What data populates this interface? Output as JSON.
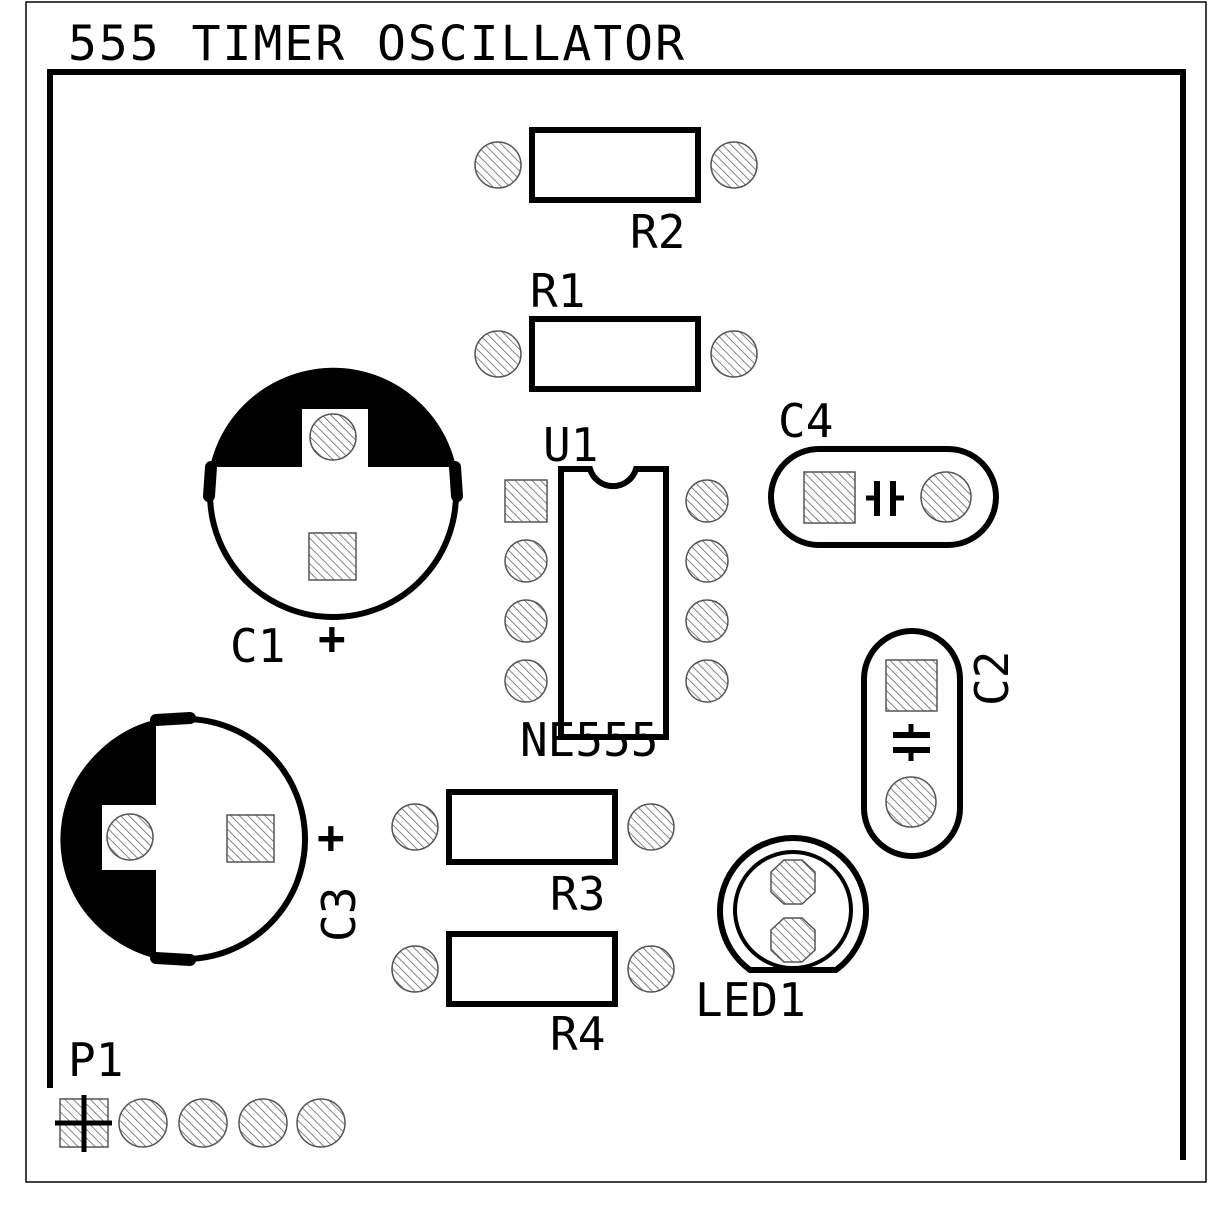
{
  "board": {
    "title": "555 TIMER OSCILLATOR"
  },
  "components": {
    "r1": {
      "ref": "R1"
    },
    "r2": {
      "ref": "R2"
    },
    "r3": {
      "ref": "R3"
    },
    "r4": {
      "ref": "R4"
    },
    "c1": {
      "ref": "C1",
      "polarity": "+"
    },
    "c2": {
      "ref": "C2"
    },
    "c3": {
      "ref": "C3",
      "polarity": "+"
    },
    "c4": {
      "ref": "C4"
    },
    "u1": {
      "ref": "U1",
      "value": "NE555"
    },
    "led1": {
      "ref": "LED1"
    },
    "p1": {
      "ref": "P1"
    }
  }
}
